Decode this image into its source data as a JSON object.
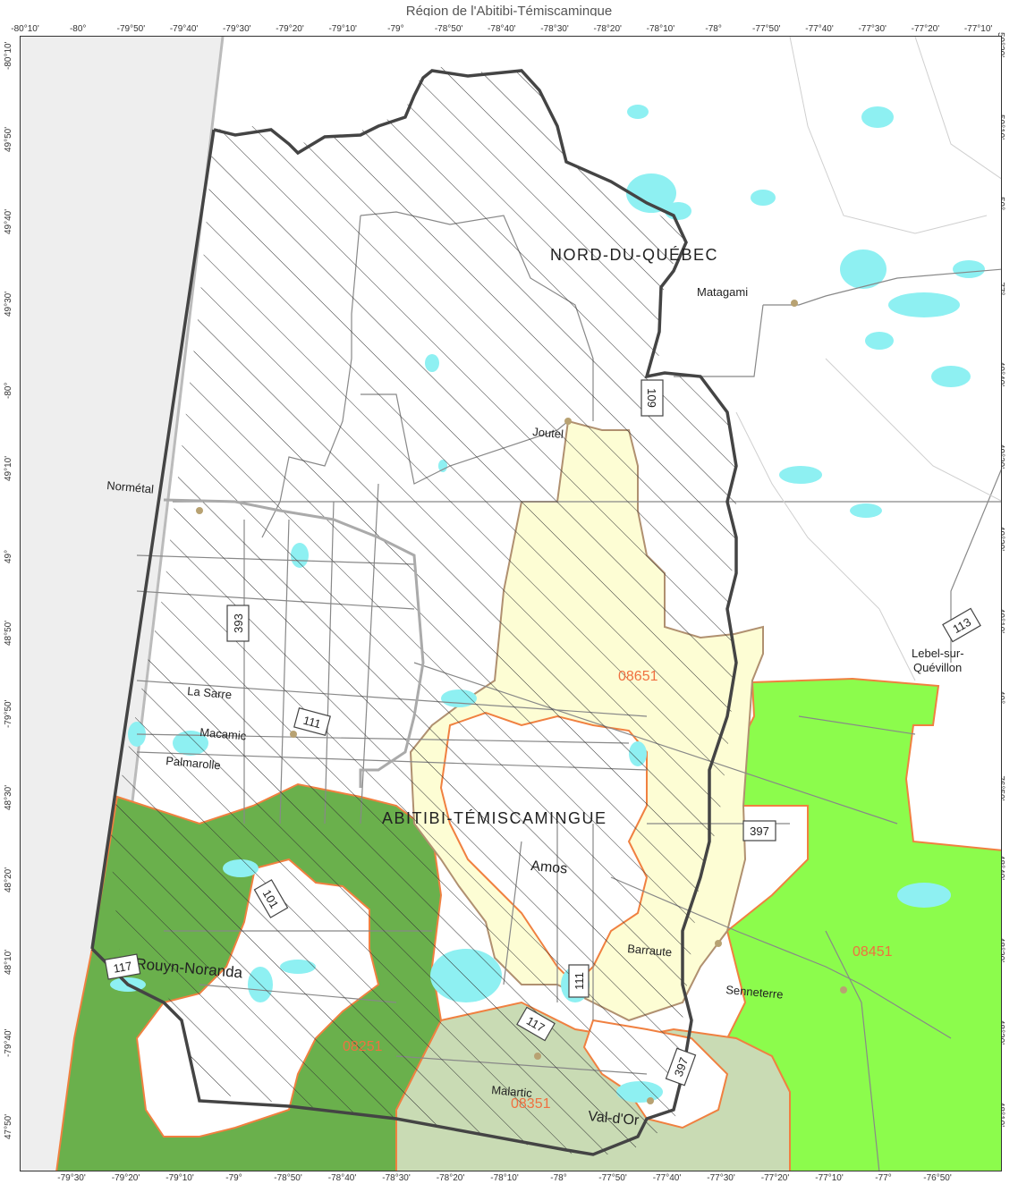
{
  "title": "Région de l'Abitibi-Témiscamingue",
  "ticks": {
    "top": [
      "-80°10'",
      "-80°",
      "-79°50'",
      "-79°40'",
      "-79°30'",
      "-79°20'",
      "-79°10'",
      "-79°",
      "-78°50'",
      "-78°40'",
      "-78°30'",
      "-78°20'",
      "-78°10'",
      "-78°",
      "-77°50'",
      "-77°40'",
      "-77°30'",
      "-77°20'",
      "-77°10'"
    ],
    "bottom": [
      "-79°30'",
      "-79°20'",
      "-79°10'",
      "-79°",
      "-78°50'",
      "-78°40'",
      "-78°30'",
      "-78°20'",
      "-78°10'",
      "-78°",
      "-77°50'",
      "-77°40'",
      "-77°30'",
      "-77°20'",
      "-77°10'",
      "-77°",
      "-76°50'"
    ],
    "left": [
      "-80°10'",
      "49°50'",
      "49°40'",
      "49°30'",
      "-80°",
      "49°10'",
      "49°",
      "48°50'",
      "-79°50'",
      "48°30'",
      "48°20'",
      "48°10'",
      "-79°40'",
      "47°50'"
    ],
    "right": [
      "50°20'",
      "50°10'",
      "50°",
      "-77°",
      "49°40'",
      "49°30'",
      "49°20'",
      "49°10'",
      "49°",
      "-76°50'",
      "48°40'",
      "48°30'",
      "48°20'",
      "48°10'"
    ]
  },
  "regions": {
    "north": "NORD-DU-QUÉBEC",
    "south": "ABITIBI-TÉMISCAMINGUE"
  },
  "zones": {
    "z08651": "08651",
    "z08451": "08451",
    "z08251": "08251",
    "z08351": "08351"
  },
  "towns": {
    "matagami": "Matagami",
    "joutel": "Joutel",
    "normetal": "Normétal",
    "lasarre": "La Sarre",
    "macamic": "Macamic",
    "palmarolle": "Palmarolle",
    "amos": "Amos",
    "barraute": "Barraute",
    "senneterre": "Senneterre",
    "rouyn": "Rouyn-Noranda",
    "malartic": "Malartic",
    "valdor": "Val-d'Or",
    "lebel1": "Lebel-sur-",
    "lebel2": "Quévillon"
  },
  "routes": {
    "r109": "109",
    "r393": "393",
    "r111a": "111",
    "r111b": "111",
    "r101": "101",
    "r117a": "117",
    "r117b": "117",
    "r397a": "397",
    "r397b": "397",
    "r113": "113"
  },
  "colors": {
    "forest_dark": "#6ab04c",
    "forest_bright": "#8cfc4c",
    "zone_yellow": "#fdfdd4",
    "zone_grey_green": "#c9dbb4",
    "zone_border": "#f08040",
    "water": "#8ef0f2",
    "region_border": "#444444",
    "outside": "#f0f0f0"
  }
}
